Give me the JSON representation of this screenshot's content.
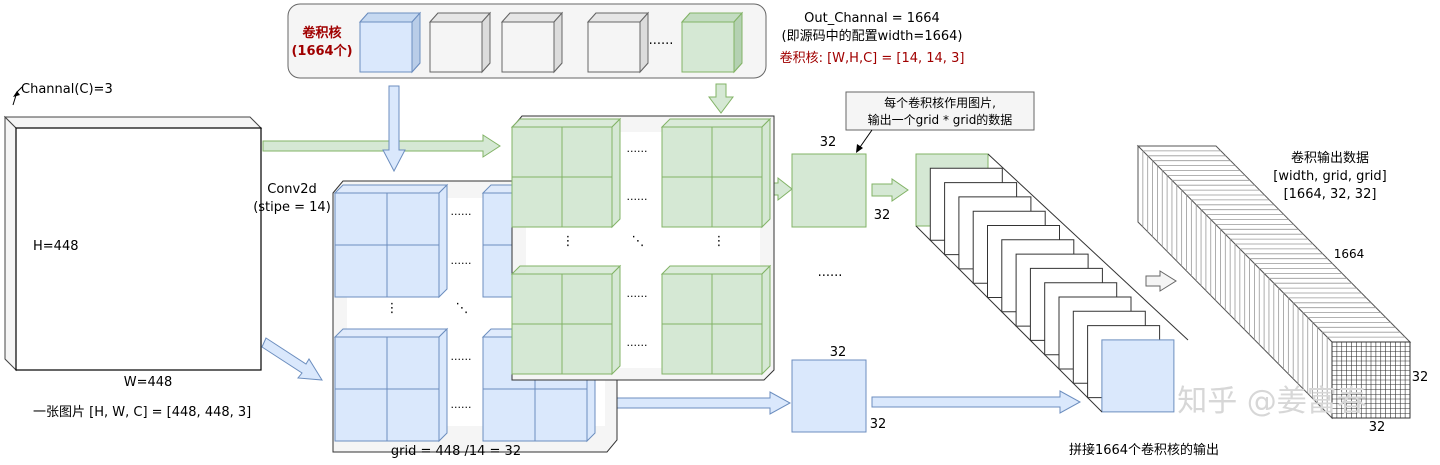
{
  "kernel_box": {
    "label_line1": "卷积核",
    "label_line2": "(1664个)",
    "ellipsis": "......"
  },
  "out_channel": {
    "line1": "Out_Channal = 1664",
    "line2": "(即源码中的配置width=1664)",
    "line3": "卷积核:  [W,H,C] = [14, 14, 3]"
  },
  "input_image": {
    "channel_label": "Channal(C)=3",
    "height_label": "H=448",
    "width_label": "W=448",
    "caption": "一张图片 [H, W, C] = [448, 448, 3]"
  },
  "conv": {
    "label_line1": "Conv2d",
    "label_line2": "(stipe = 14)",
    "grid_caption": "grid =  448 /14 = 32"
  },
  "dots": {
    "h": "......",
    "v": "⋮",
    "d": "⋱"
  },
  "callout": {
    "line1": "每个卷积核作用图片,",
    "line2": "输出一个grid * grid的数据"
  },
  "feature_maps": {
    "size": "32",
    "between": "......"
  },
  "concat_caption": "拼接1664个卷积核的输出",
  "output": {
    "title": "卷积输出数据",
    "shape_line1": "[width, grid, grid]",
    "shape_line2": "[1664, 32,  32]",
    "depth_label": "1664",
    "side_label": "32",
    "bottom_label": "32"
  },
  "watermark": "知乎 @姜富春",
  "colors": {
    "blue_fill": "#dae8fc",
    "blue_stroke": "#6c8ebf",
    "green_fill": "#d5e8d4",
    "green_stroke": "#82b366",
    "gray_fill": "#f5f5f5",
    "gray_stroke": "#666666",
    "arrow_blue": "#dae8fc",
    "arrow_green": "#d5e8d4",
    "red_text": "#a00000"
  }
}
